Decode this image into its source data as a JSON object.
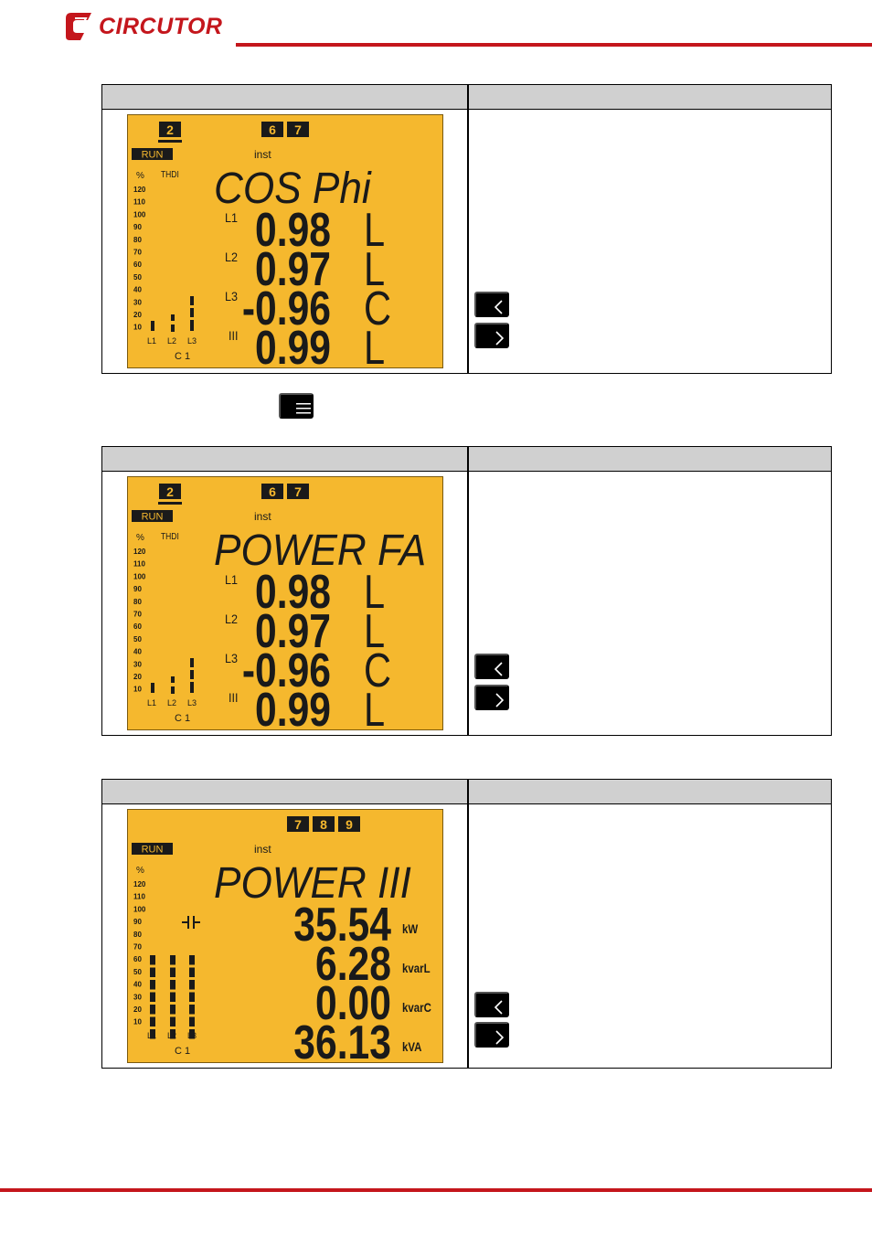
{
  "header": {
    "brand": "CIRCUTOR",
    "brand_color": "#c4161c",
    "logo_icon": "circutor-logo-icon"
  },
  "icons": {
    "menu_button": "menu-icon",
    "prev_button": "chevron-left-icon",
    "next_button": "chevron-right-icon"
  },
  "screens": [
    {
      "boxes": [
        "2"
      ],
      "boxes2": [
        "6",
        "7"
      ],
      "run": "RUN",
      "inst": "inst",
      "pct": "%",
      "thdi": "THDI",
      "title": "COS Phi",
      "scale": [
        "120",
        "110",
        "100",
        "90",
        "80",
        "70",
        "60",
        "50",
        "40",
        "30",
        "20",
        "10"
      ],
      "bar_labels": [
        "L1",
        "L2",
        "L3"
      ],
      "c1": "C 1",
      "rows": [
        {
          "label": "L1",
          "value": "0.98",
          "suffix": "L"
        },
        {
          "label": "L2",
          "value": "0.97",
          "suffix": "L"
        },
        {
          "label": "L3",
          "value": "-0.96",
          "suffix": "C"
        },
        {
          "label": "III",
          "value": "0.99",
          "suffix": "L"
        }
      ]
    },
    {
      "boxes": [
        "2"
      ],
      "boxes2": [
        "6",
        "7"
      ],
      "run": "RUN",
      "inst": "inst",
      "pct": "%",
      "thdi": "THDI",
      "title": "POWER FA",
      "scale": [
        "120",
        "110",
        "100",
        "90",
        "80",
        "70",
        "60",
        "50",
        "40",
        "30",
        "20",
        "10"
      ],
      "bar_labels": [
        "L1",
        "L2",
        "L3"
      ],
      "c1": "C 1",
      "rows": [
        {
          "label": "L1",
          "value": "0.98",
          "suffix": "L"
        },
        {
          "label": "L2",
          "value": "0.97",
          "suffix": "L"
        },
        {
          "label": "L3",
          "value": "-0.96",
          "suffix": "C"
        },
        {
          "label": "III",
          "value": "0.99",
          "suffix": "L"
        }
      ]
    },
    {
      "boxes": [],
      "boxes2": [
        "7",
        "8",
        "9"
      ],
      "run": "RUN",
      "inst": "inst",
      "pct": "%",
      "thdi": "",
      "title": "POWER III",
      "scale": [
        "120",
        "110",
        "100",
        "90",
        "80",
        "70",
        "60",
        "50",
        "40",
        "30",
        "20",
        "10"
      ],
      "bar_labels": [
        "L1",
        "L2",
        "L3"
      ],
      "c1": "C 1",
      "rows": [
        {
          "label": "",
          "value": "35.54",
          "suffix": "kW"
        },
        {
          "label": "",
          "value": "6.28",
          "suffix": "kvarL"
        },
        {
          "label": "",
          "value": "0.00",
          "suffix": "kvarC"
        },
        {
          "label": "",
          "value": "36.13",
          "suffix": "kVA"
        }
      ]
    }
  ]
}
